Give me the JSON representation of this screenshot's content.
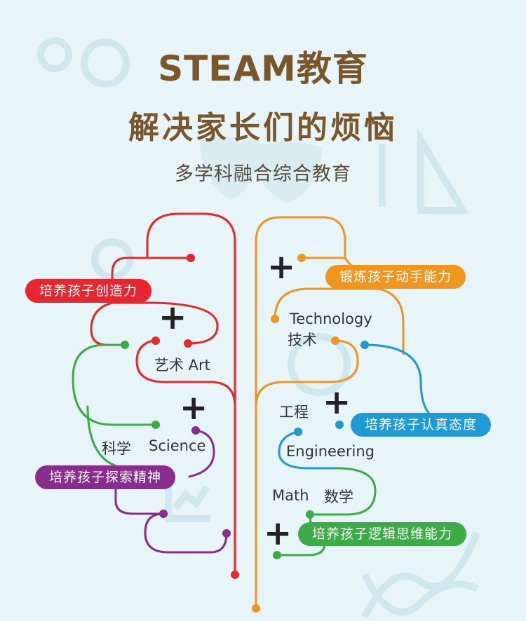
{
  "title_main": "STEAM教育",
  "title_sub": "解决家长们的烦恼",
  "subtitle": "多学科融合综合教育",
  "colors": {
    "red": "#e8262d",
    "green": "#3aad47",
    "purple": "#8a2b8e",
    "orange": "#f0961e",
    "blue": "#1e9ad6",
    "title": "#7a5628"
  },
  "pills": {
    "creativity": "培养孩子创造力",
    "exploration": "培养孩子探索精神",
    "handson": "锻炼孩子动手能力",
    "attitude": "培养孩子认真态度",
    "logic": "培养孩子逻辑思维能力"
  },
  "labels": {
    "art": "艺术 Art",
    "science_cn": "科学",
    "science_en": "Science",
    "tech_en": "Technology",
    "tech_cn": "技术",
    "eng_cn": "工程",
    "eng_en": "Engineering",
    "math_en": "Math",
    "math_cn": "数学"
  },
  "plus_sign": "+"
}
